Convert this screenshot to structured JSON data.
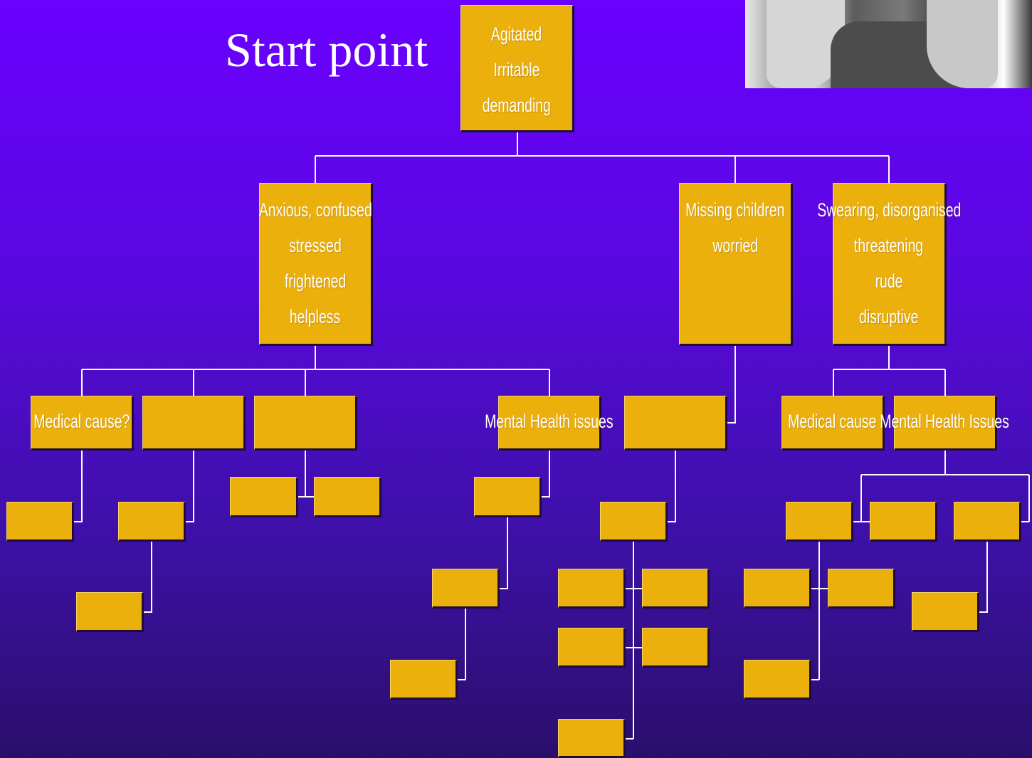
{
  "title": "Start point",
  "root": {
    "lines": [
      "Agitated",
      "Irritable",
      "demanding"
    ]
  },
  "level1": [
    {
      "lines": [
        "Anxious, confused",
        "stressed",
        "frightened",
        "helpless"
      ]
    },
    {
      "lines": [
        "Missing children",
        "worried"
      ]
    },
    {
      "lines": [
        "Swearing, disorganised",
        "threatening",
        "rude",
        "disruptive"
      ]
    }
  ],
  "level2": {
    "medical_cause_q": "Medical cause?",
    "mental_health_issues": "Mental Health issues",
    "medical_cause": "Medical cause",
    "mental_health_issues_cap": "Mental Health Issues"
  },
  "colors": {
    "box_fill": "#ecb00c",
    "connector": "#ffffff",
    "background_top": "#6a00ff",
    "background_bottom": "#2a0f6a"
  },
  "photo": {
    "subject": "person-holding-head-photo"
  }
}
